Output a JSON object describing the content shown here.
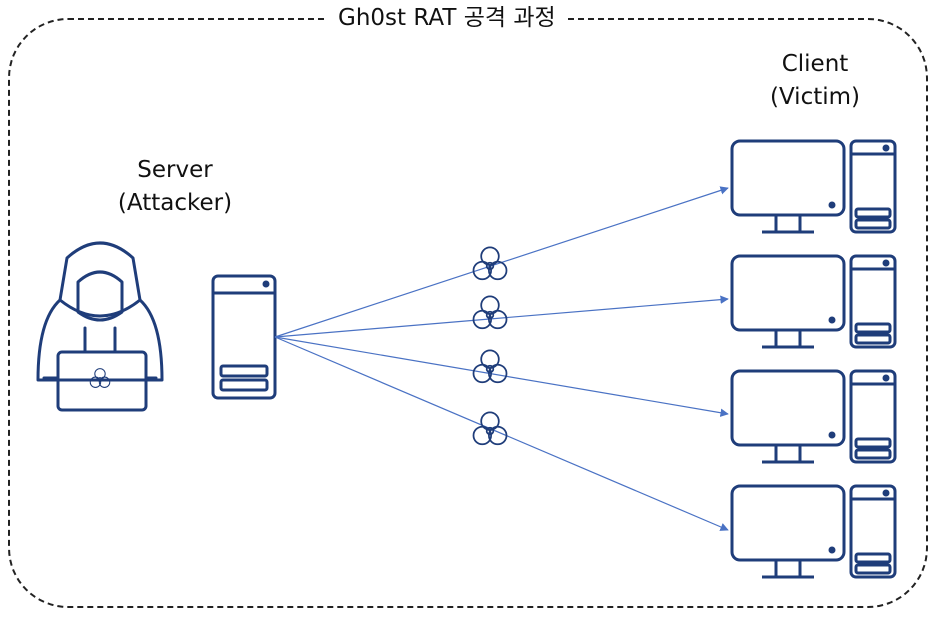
{
  "diagram": {
    "title": "Gh0st RAT 공격 과정",
    "server": {
      "line1": "Server",
      "line2": "(Attacker)"
    },
    "client": {
      "line1": "Client",
      "line2": "(Victim)"
    },
    "colors": {
      "icon": "#1f3d7a",
      "arrow": "#4a72c4",
      "border": "#222222"
    },
    "icons": {
      "attacker": "hacker-icon",
      "server": "server-tower-icon",
      "victim": "desktop-computer-icon",
      "payload": "biohazard-icon"
    },
    "victim_count": 4,
    "payload_count": 4
  }
}
